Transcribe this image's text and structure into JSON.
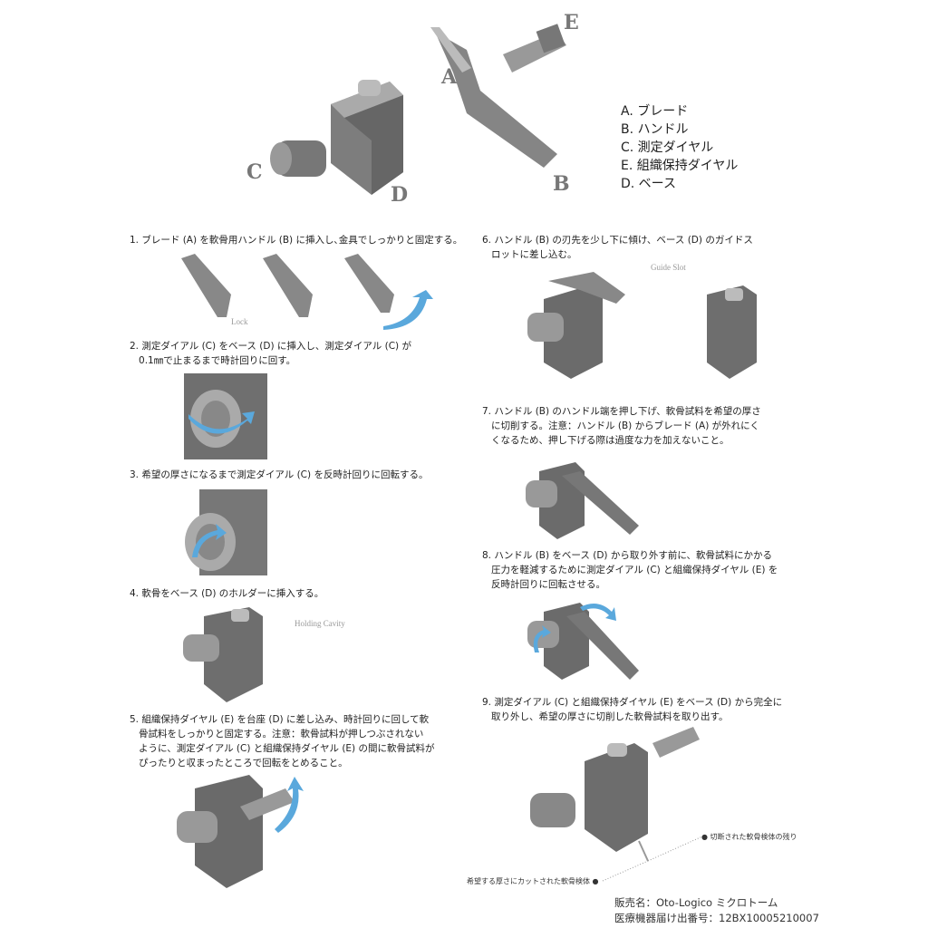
{
  "parts_legend": [
    "A. ブレード",
    "B. ハンドル",
    "C. 測定ダイヤル",
    "E. 組織保持ダイヤル",
    "D. ベース"
  ],
  "part_labels": {
    "a": "A",
    "b": "B",
    "c": "C",
    "d": "D",
    "e": "E"
  },
  "steps": {
    "s1": "1. ブレード (A) を軟骨用ハンドル (B) に挿入し､金具でしっかりと固定する。",
    "s2": "2. 測定ダイアル (C) をベース (D) に挿入し、測定ダイアル (C) が\n   0.1㎜で止まるまで時計回りに回す。",
    "s3": "3. 希望の厚さになるまで測定ダイアル (C) を反時計回りに回転する。",
    "s4": "4. 軟骨をベース (D) のホルダーに挿入する。",
    "s5": "5. 組織保持ダイヤル (E) を台座 (D) に差し込み、時計回りに回して軟\n   骨試料をしっかりと固定する。注意：軟骨試料が押しつぶされない\n   ように、測定ダイアル (C) と組織保持ダイヤル (E) の間に軟骨試料が\n   ぴったりと収まったところで回転をとめること。",
    "s6": "6. ハンドル (B) の刃先を少し下に傾け、ベース (D) のガイドス\n   ロットに差し込む。",
    "s7": "7. ハンドル (B) のハンドル端を押し下げ、軟骨試料を希望の厚さ\n   に切削する。注意：ハンドル (B) からブレード (A) が外れにく\n   くなるため、押し下げる際は過度な力を加えないこと。",
    "s8": "8. ハンドル (B) をベース (D) から取り外す前に、軟骨試料にかかる\n   圧力を軽減するために測定ダイアル (C) と組織保持ダイヤル (E) を\n   反時計回りに回転させる。",
    "s9": "9. 測定ダイアル (C) と組織保持ダイヤル (E) をベース (D) から完全に\n   取り外し、希望の厚さに切削した軟骨試料を取り出す。"
  },
  "callouts": {
    "lock": "Lock",
    "guide_slot": "Guide Slot",
    "holding_cavity": "Holding Cavity"
  },
  "notes": {
    "remainder": "切断された軟骨検体の残り",
    "cut": "希望する厚さにカットされた軟骨検体"
  },
  "footer": {
    "sales_name": "販売名：Oto-Logico ミクロトーム",
    "registration": "医療機器届け出番号：12BX10005210007"
  },
  "colors": {
    "metal": "#8a8a8a",
    "metal_dark": "#555555",
    "arrow": "#5aa8dc"
  }
}
